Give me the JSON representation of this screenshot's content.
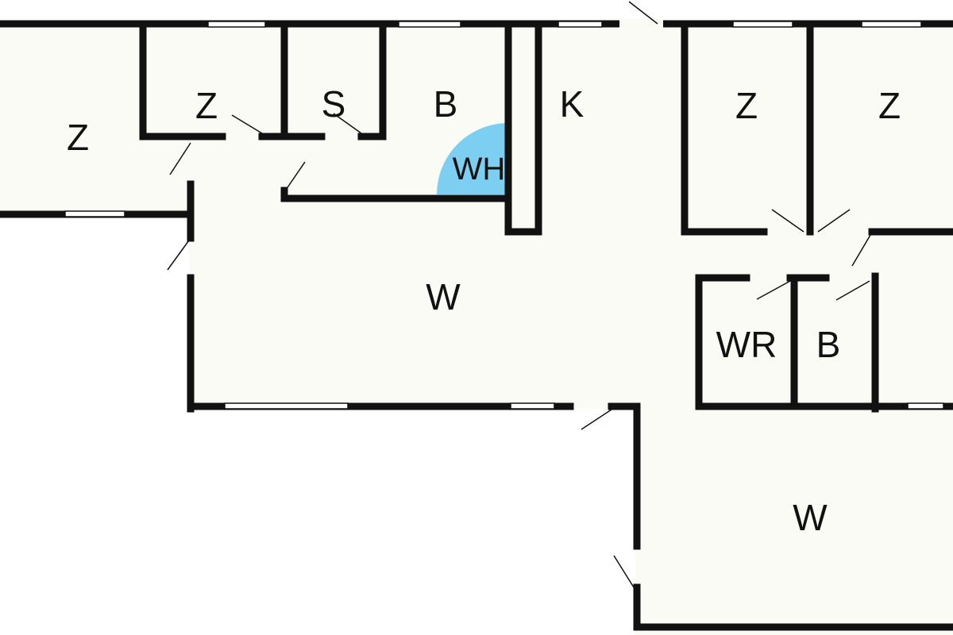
{
  "colors": {
    "room_fill": "#fbfbf6",
    "wall": "#111111",
    "water_heater": "#7ccff0",
    "background": "#ffffff"
  },
  "rooms": {
    "bedroom_west": "Z",
    "bedroom_small": "Z",
    "storage": "S",
    "bathroom_north": "B",
    "water_heater": "WH",
    "kitchen": "K",
    "bedroom_ne1": "Z",
    "bedroom_ne2": "Z",
    "living_main": "W",
    "wc": "WR",
    "bathroom_east": "B",
    "living_south": "W"
  }
}
